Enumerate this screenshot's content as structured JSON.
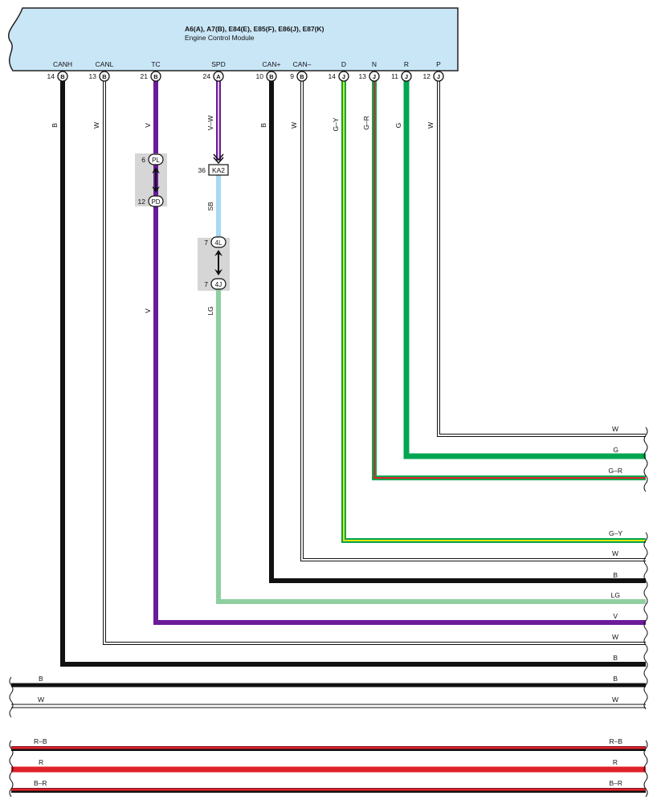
{
  "module": {
    "title": "A6(A), A7(B), E84(E), E85(F), E86(J), E87(K)",
    "subtitle": "Engine Control Module"
  },
  "pins": [
    {
      "name": "CANH",
      "pin": "14",
      "connector": "B",
      "wire": "B",
      "color": "#111111"
    },
    {
      "name": "CANL",
      "pin": "13",
      "connector": "B",
      "wire": "W",
      "color": "#ffffff"
    },
    {
      "name": "TC",
      "pin": "21",
      "connector": "B",
      "wire": "V",
      "color": "#6a1b9a"
    },
    {
      "name": "SPD",
      "pin": "24",
      "connector": "A",
      "wire": "V–W",
      "color": "#6a1b9a"
    },
    {
      "name": "CAN+",
      "pin": "10",
      "connector": "B",
      "wire": "B",
      "color": "#111111"
    },
    {
      "name": "CAN–",
      "pin": "9",
      "connector": "B",
      "wire": "W",
      "color": "#ffffff"
    },
    {
      "name": "D",
      "pin": "14",
      "connector": "J",
      "wire": "G–Y",
      "color": "#00a651"
    },
    {
      "name": "N",
      "pin": "13",
      "connector": "J",
      "wire": "G–R",
      "color": "#00a651"
    },
    {
      "name": "R",
      "pin": "11",
      "connector": "J",
      "wire": "G",
      "color": "#00a651"
    },
    {
      "name": "P",
      "pin": "12",
      "connector": "J",
      "wire": "W",
      "color": "#ffffff"
    }
  ],
  "inline_connectors": [
    {
      "top_num": "6",
      "top_id": "PL",
      "bottom_num": "12",
      "bottom_id": "PD"
    },
    {
      "top_num": "7",
      "top_id": "4L",
      "bottom_num": "7",
      "bottom_id": "4J"
    }
  ],
  "junction": {
    "num": "36",
    "id": "KA2"
  },
  "wire_labels": {
    "tc_lower": "V",
    "spd_middle": "SB",
    "spd_lower": "LG"
  },
  "right_labels": [
    "W",
    "G",
    "G–R",
    "G–Y",
    "W",
    "B",
    "LG",
    "V",
    "W",
    "B"
  ],
  "bus_lines": [
    {
      "left": "B",
      "right": "B",
      "color": "#111111"
    },
    {
      "left": "W",
      "right": "W",
      "color": "#ffffff"
    },
    {
      "left": "R–B",
      "right": "R–B",
      "color": "#e0202a"
    },
    {
      "left": "R",
      "right": "R",
      "color": "#e0202a"
    },
    {
      "left": "B–R",
      "right": "B–R",
      "color": "#e0202a"
    }
  ],
  "colors": {
    "module_fill": "#c9e6f7",
    "black": "#111111",
    "violet": "#6a1b9a",
    "green": "#00a651",
    "yellow": "#e8e000",
    "red": "#e0202a",
    "sky_blue": "#a8d8f2",
    "light_green": "#8fcf9f",
    "connector_bg": "#d6d6d6"
  }
}
